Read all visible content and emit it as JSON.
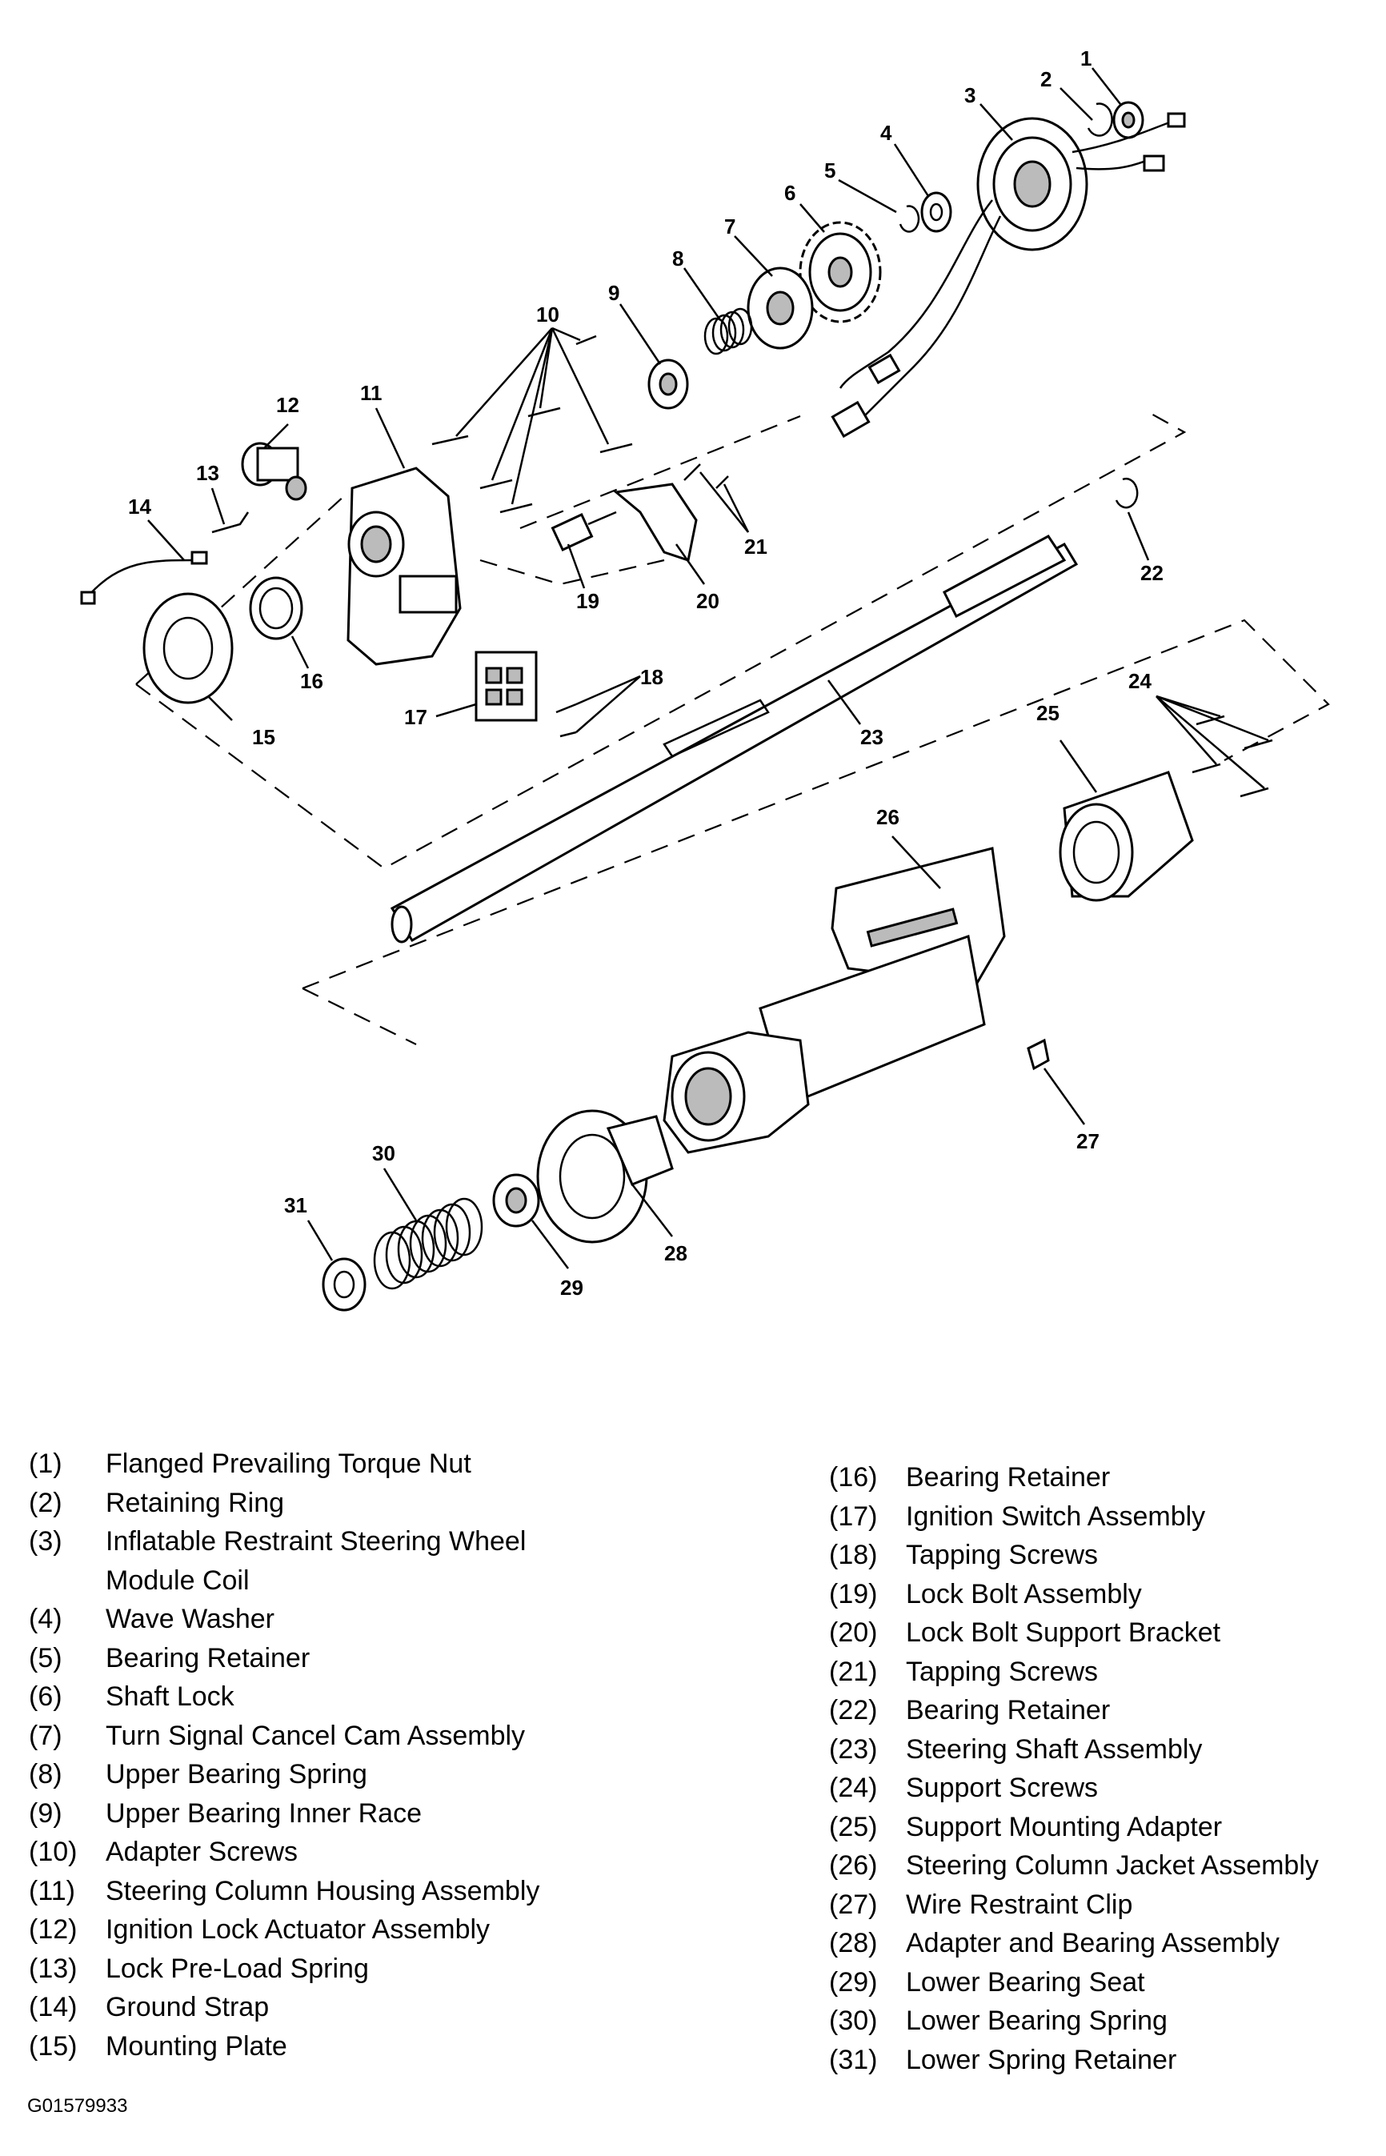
{
  "callouts": {
    "c1": "1",
    "c2": "2",
    "c3": "3",
    "c4": "4",
    "c5": "5",
    "c6": "6",
    "c7": "7",
    "c8": "8",
    "c9": "9",
    "c10": "10",
    "c11": "11",
    "c12": "12",
    "c13": "13",
    "c14": "14",
    "c15": "15",
    "c16": "16",
    "c17": "17",
    "c18": "18",
    "c19": "19",
    "c20": "20",
    "c21": "21",
    "c22": "22",
    "c23": "23",
    "c24": "24",
    "c25": "25",
    "c26": "26",
    "c27": "27",
    "c28": "28",
    "c29": "29",
    "c30": "30",
    "c31": "31"
  },
  "legend_left": [
    {
      "num": "(1)",
      "label": "Flanged Prevailing Torque Nut"
    },
    {
      "num": "(2)",
      "label": "Retaining Ring"
    },
    {
      "num": "(3)",
      "label": "Inflatable Restraint Steering Wheel\nModule Coil"
    },
    {
      "num": "(4)",
      "label": "Wave Washer"
    },
    {
      "num": "(5)",
      "label": "Bearing Retainer"
    },
    {
      "num": "(6)",
      "label": "Shaft Lock"
    },
    {
      "num": "(7)",
      "label": "Turn Signal Cancel Cam Assembly"
    },
    {
      "num": "(8)",
      "label": "Upper Bearing Spring"
    },
    {
      "num": "(9)",
      "label": "Upper Bearing Inner Race"
    },
    {
      "num": "(10)",
      "label": "Adapter Screws"
    },
    {
      "num": "(11)",
      "label": "Steering Column Housing Assembly"
    },
    {
      "num": "(12)",
      "label": "Ignition Lock Actuator Assembly"
    },
    {
      "num": "(13)",
      "label": "Lock Pre-Load Spring"
    },
    {
      "num": "(14)",
      "label": "Ground Strap"
    },
    {
      "num": "(15)",
      "label": "Mounting Plate"
    }
  ],
  "legend_right": [
    {
      "num": "(16)",
      "label": "Bearing Retainer"
    },
    {
      "num": "(17)",
      "label": "Ignition Switch Assembly"
    },
    {
      "num": "(18)",
      "label": "Tapping Screws"
    },
    {
      "num": "(19)",
      "label": "Lock Bolt Assembly"
    },
    {
      "num": "(20)",
      "label": "Lock Bolt Support Bracket"
    },
    {
      "num": "(21)",
      "label": "Tapping Screws"
    },
    {
      "num": "(22)",
      "label": "Bearing Retainer"
    },
    {
      "num": "(23)",
      "label": "Steering Shaft Assembly"
    },
    {
      "num": "(24)",
      "label": "Support Screws"
    },
    {
      "num": "(25)",
      "label": "Support Mounting Adapter"
    },
    {
      "num": "(26)",
      "label": "Steering Column Jacket Assembly"
    },
    {
      "num": "(27)",
      "label": "Wire Restraint Clip"
    },
    {
      "num": "(28)",
      "label": "Adapter and Bearing Assembly"
    },
    {
      "num": "(29)",
      "label": "Lower Bearing Seat"
    },
    {
      "num": "(30)",
      "label": "Lower Bearing Spring"
    },
    {
      "num": "(31)",
      "label": "Lower Spring Retainer"
    }
  ],
  "figure_id": "G01579933"
}
